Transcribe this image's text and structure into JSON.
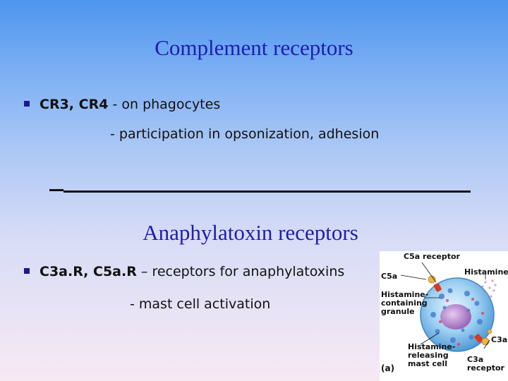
{
  "section1": {
    "title": "Complement receptors",
    "bullet_bold": "CR3, CR4",
    "bullet_rest": " - on phagocytes",
    "sub": "- participation in opsonization, adhesion"
  },
  "section2": {
    "title": "Anaphylatoxin receptors",
    "bullet_bold": "C3a.R, C5a.R",
    "bullet_rest": " – receptors for anaphylatoxins",
    "sub": "- mast cell activation"
  },
  "figure": {
    "c5a_receptor": "C5a receptor",
    "c5a": "C5a",
    "histamine": "Histamine",
    "granule_1": "Histamine-",
    "granule_2": "containing",
    "granule_3": "granule",
    "c3a": "C3a",
    "releasing_1": "Histamine-",
    "releasing_2": "releasing",
    "releasing_3": "mast cell",
    "c3a_receptor_1": "C3a",
    "c3a_receptor_2": "receptor",
    "panel": "(a)",
    "colors": {
      "cell": "#8fc6ee",
      "nucleus": "#b58acb",
      "receptor": "#d83a1c",
      "ligand": "#f0b445"
    }
  }
}
